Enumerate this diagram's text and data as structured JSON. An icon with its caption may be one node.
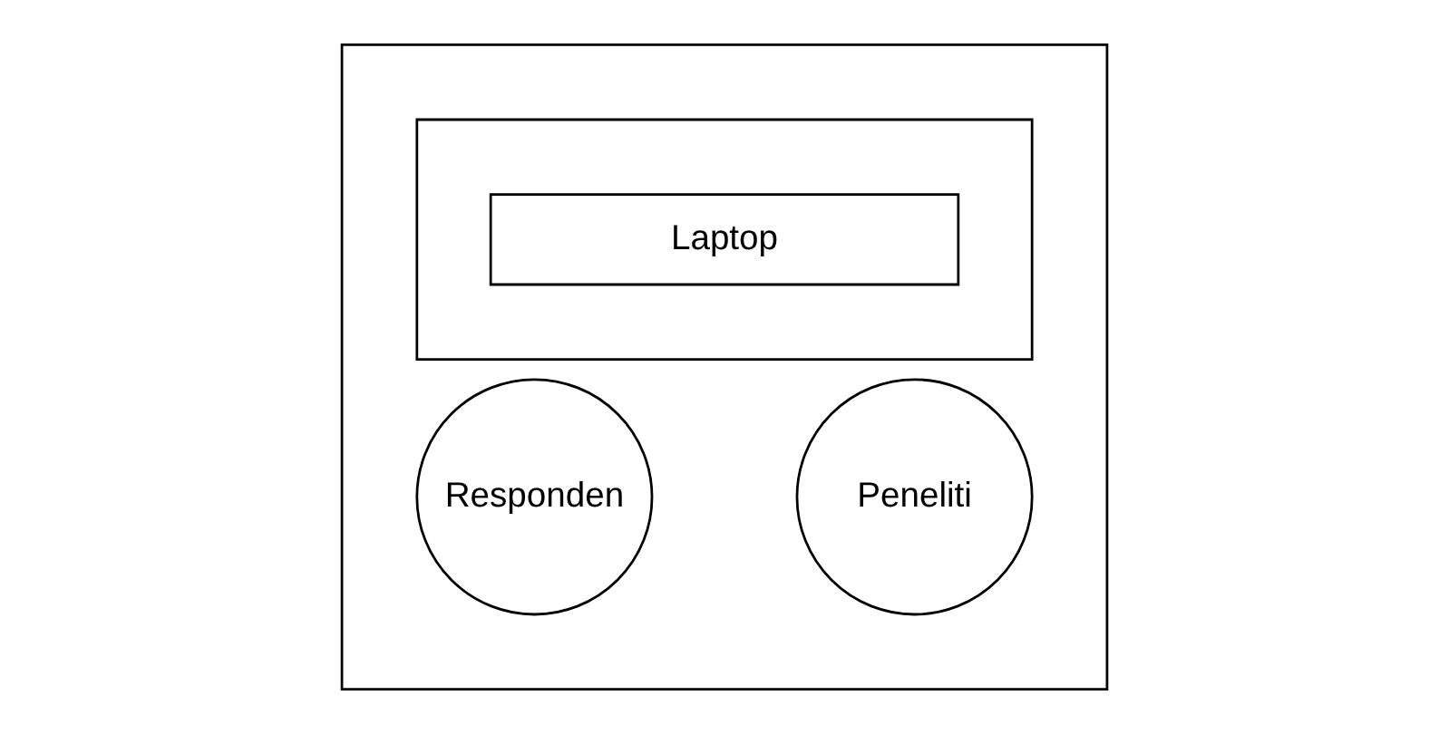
{
  "diagram": {
    "nodes": [
      {
        "text": [],
        "shape": "box"
      },
      {
        "text": [],
        "shape": "box",
        "in": 0
      },
      {
        "text": [
          "Laptop"
        ],
        "in": 1
      },
      {
        "text": [
          "Responden"
        ],
        "in": 0
      },
      {
        "text": [
          "Peneliti"
        ],
        "in": 0
      }
    ],
    "edges": []
  }
}
